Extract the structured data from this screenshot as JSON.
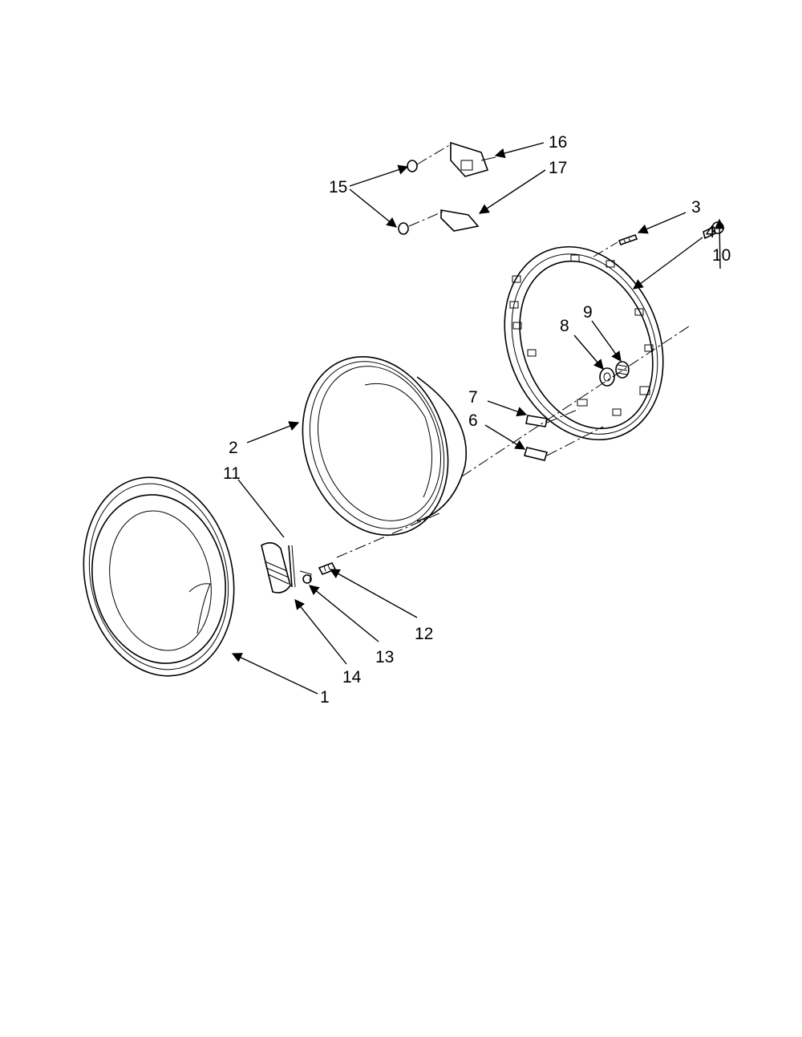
{
  "callouts": [
    {
      "id": "1",
      "text": "1"
    },
    {
      "id": "2",
      "text": "2"
    },
    {
      "id": "3",
      "text": "3"
    },
    {
      "id": "4",
      "text": "4"
    },
    {
      "id": "6",
      "text": "6"
    },
    {
      "id": "7",
      "text": "7"
    },
    {
      "id": "8",
      "text": "8"
    },
    {
      "id": "9",
      "text": "9"
    },
    {
      "id": "10",
      "text": "10"
    },
    {
      "id": "11",
      "text": "11"
    },
    {
      "id": "12",
      "text": "12"
    },
    {
      "id": "13",
      "text": "13"
    },
    {
      "id": "14",
      "text": "14"
    },
    {
      "id": "15",
      "text": "15"
    },
    {
      "id": "16",
      "text": "16"
    },
    {
      "id": "17",
      "text": "17"
    }
  ]
}
